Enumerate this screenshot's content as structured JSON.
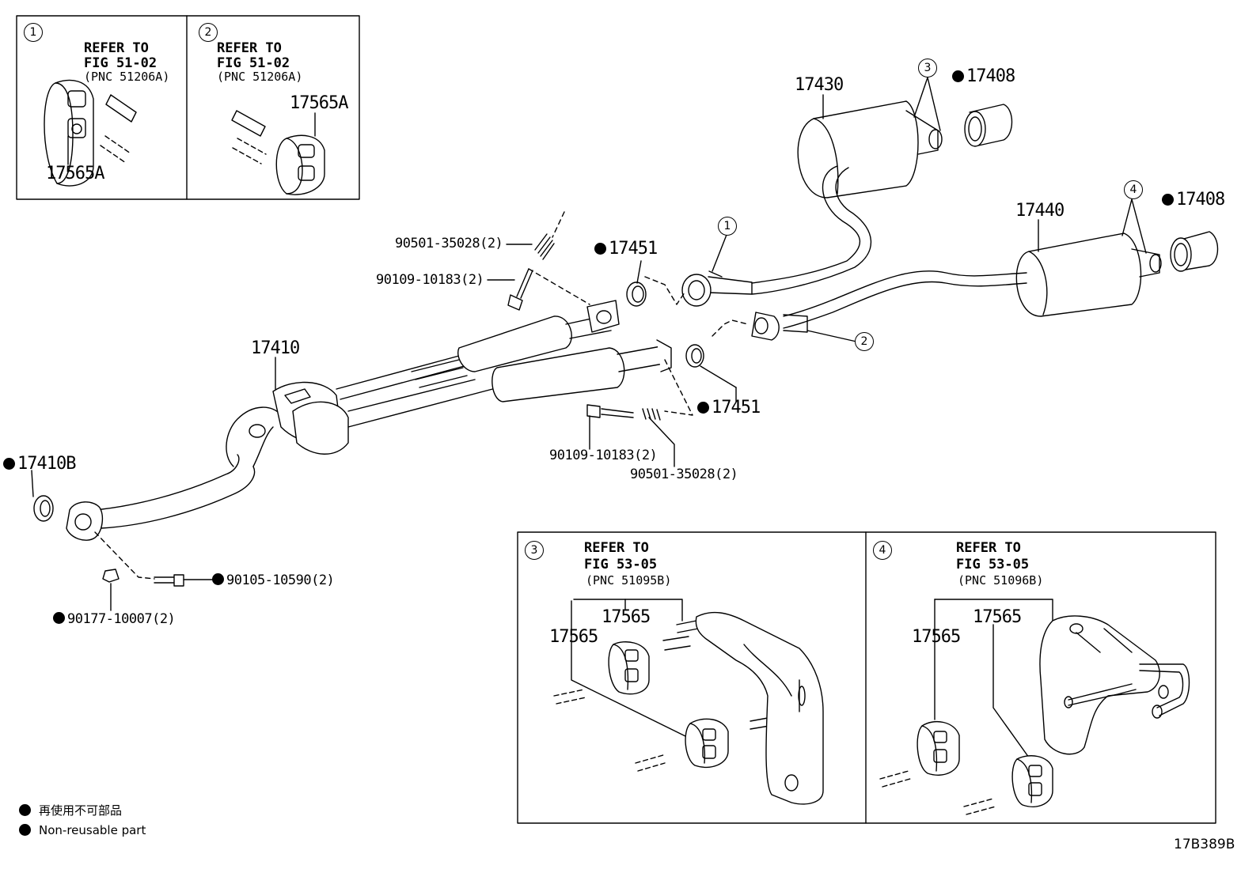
{
  "callout_boxes": [
    {
      "num": "1",
      "refer": "REFER TO",
      "fig": "FIG 51-02",
      "pnc": "(PNC 51206A)",
      "part": "17565A"
    },
    {
      "num": "2",
      "refer": "REFER TO",
      "fig": "FIG 51-02",
      "pnc": "(PNC 51206A)",
      "part": "17565A"
    },
    {
      "num": "3",
      "refer": "REFER TO",
      "fig": "FIG 53-05",
      "pnc": "(PNC 51095B)",
      "part_a": "17565",
      "part_b": "17565"
    },
    {
      "num": "4",
      "refer": "REFER TO",
      "fig": "FIG 53-05",
      "pnc": "(PNC 51096B)",
      "part_a": "17565",
      "part_b": "17565"
    }
  ],
  "parts": {
    "front_pipe": "17410",
    "front_gasket": "17410B",
    "center_muffler": "17430",
    "tail_muffler": "17440",
    "tail_tip_upper": "17408",
    "tail_tip_lower": "17408",
    "gasket_upper": "17451",
    "gasket_lower": "17451",
    "spring_upper": "90501-35028(2)",
    "bolt_upper": "90109-10183(2)",
    "bolt_lower": "90109-10183(2)",
    "spring_lower": "90501-35028(2)",
    "front_bolt": "90105-10590(2)",
    "front_nut": "90177-10007(2)"
  },
  "pipe_callouts": [
    "1",
    "2",
    "3",
    "4"
  ],
  "legend": {
    "jp": "再使用不可部品",
    "en": "Non-reusable part"
  },
  "diagram_code": "17B389B"
}
